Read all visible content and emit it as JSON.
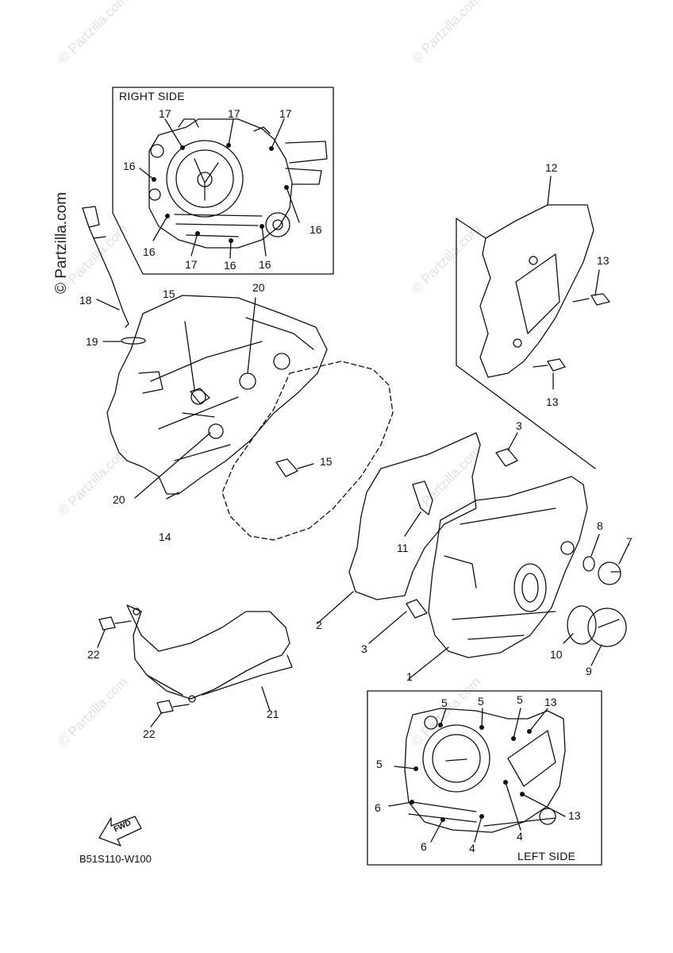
{
  "watermark": "© Partzilla.com",
  "vertical_watermark": "© Partzilla.com",
  "diagram_code": "B51S110-W100",
  "right_side_panel": {
    "title": "RIGHT SIDE",
    "callouts": [
      "17",
      "17",
      "17",
      "16",
      "16",
      "16",
      "17",
      "16",
      "16"
    ]
  },
  "left_side_panel": {
    "title": "LEFT SIDE",
    "callouts": [
      "5",
      "5",
      "5",
      "13",
      "5",
      "6",
      "6",
      "4",
      "4",
      "13"
    ]
  },
  "fwd_label": "FWD",
  "callouts": {
    "c1": "1",
    "c2": "2",
    "c3a": "3",
    "c3b": "3",
    "c7": "7",
    "c8": "8",
    "c9": "9",
    "c10": "10",
    "c11": "11",
    "c12": "12",
    "c13a": "13",
    "c13b": "13",
    "c14": "14",
    "c15a": "15",
    "c15b": "15",
    "c18": "18",
    "c19": "19",
    "c20a": "20",
    "c20b": "20",
    "c21": "21",
    "c22a": "22",
    "c22b": "22"
  }
}
